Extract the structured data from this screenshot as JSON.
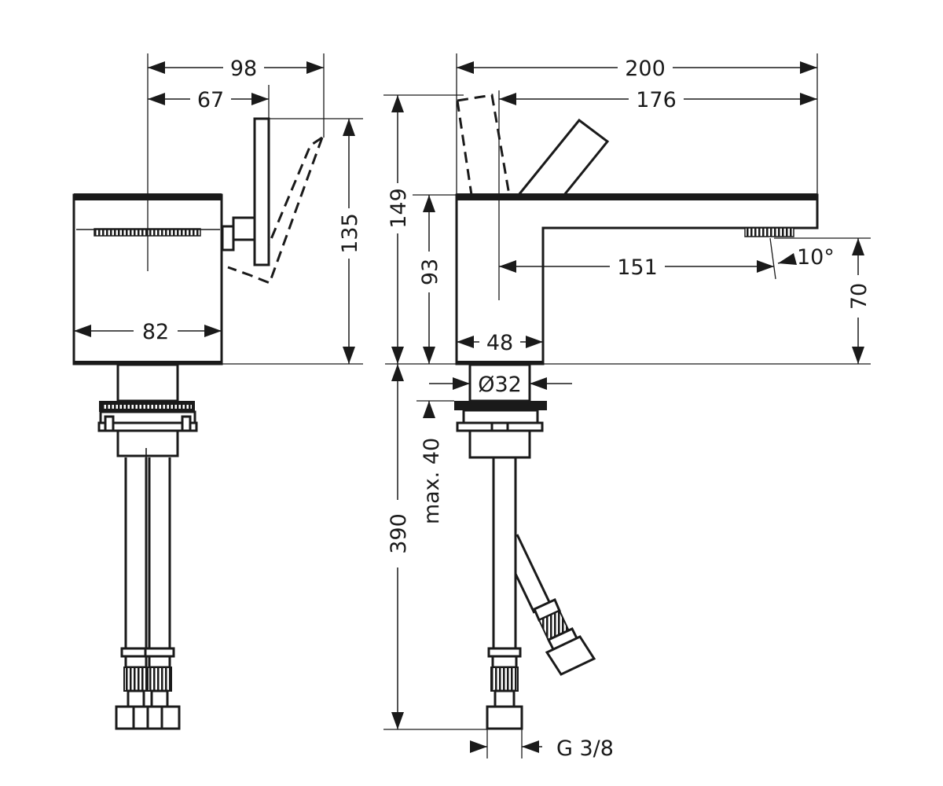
{
  "dimensions": {
    "overall_depth": "98",
    "handle_depth": "67",
    "handle_height": "135",
    "body_width": "82",
    "overall_length": "200",
    "lever_reach": "176",
    "total_height": "149",
    "body_height": "93",
    "spout_projection": "151",
    "spout_angle": "10°",
    "spout_clearance": "70",
    "body_depth": "48",
    "shank_diameter": "Ø32",
    "max_deck_thickness": "max. 40",
    "hose_length": "390",
    "connection_thread": "G 3/8"
  }
}
